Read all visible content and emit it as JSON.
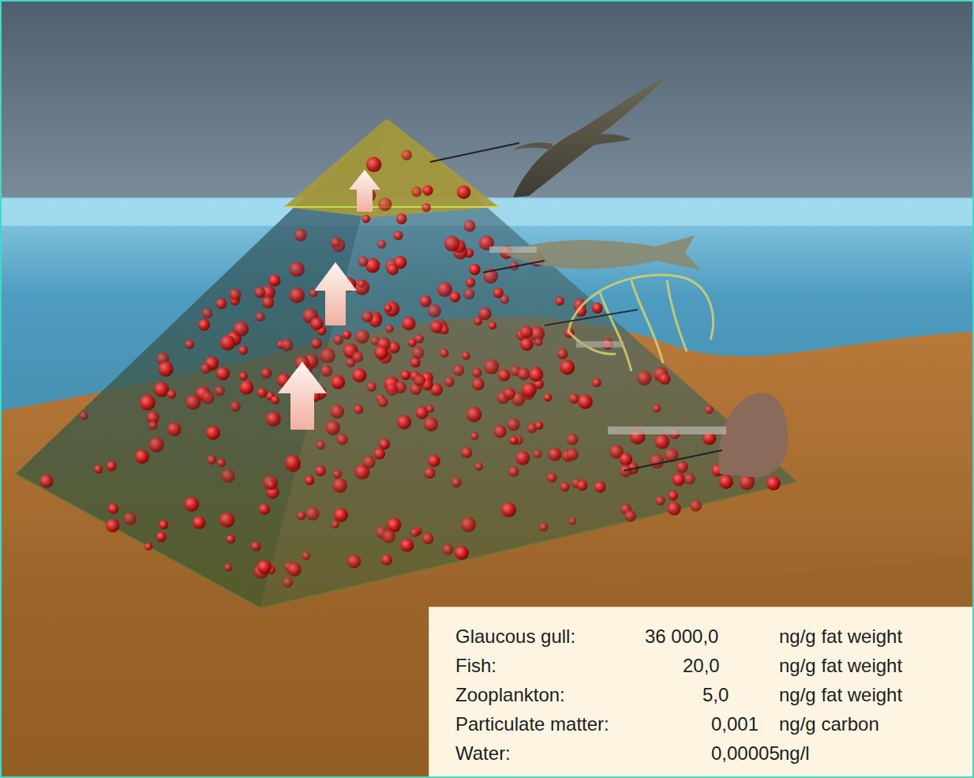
{
  "diagram": {
    "labels": [
      "Glaucous gull:",
      "36 000,0",
      "ng/g fat weight",
      "Fish:",
      "20,0",
      "ng/g fat weight",
      "Zooplankton:",
      "5,0",
      "ng/g fat weight",
      "Particulate matter:",
      "0,001",
      "ng/g carbon",
      "Water:",
      "0,00005",
      "ng/l"
    ]
  }
}
